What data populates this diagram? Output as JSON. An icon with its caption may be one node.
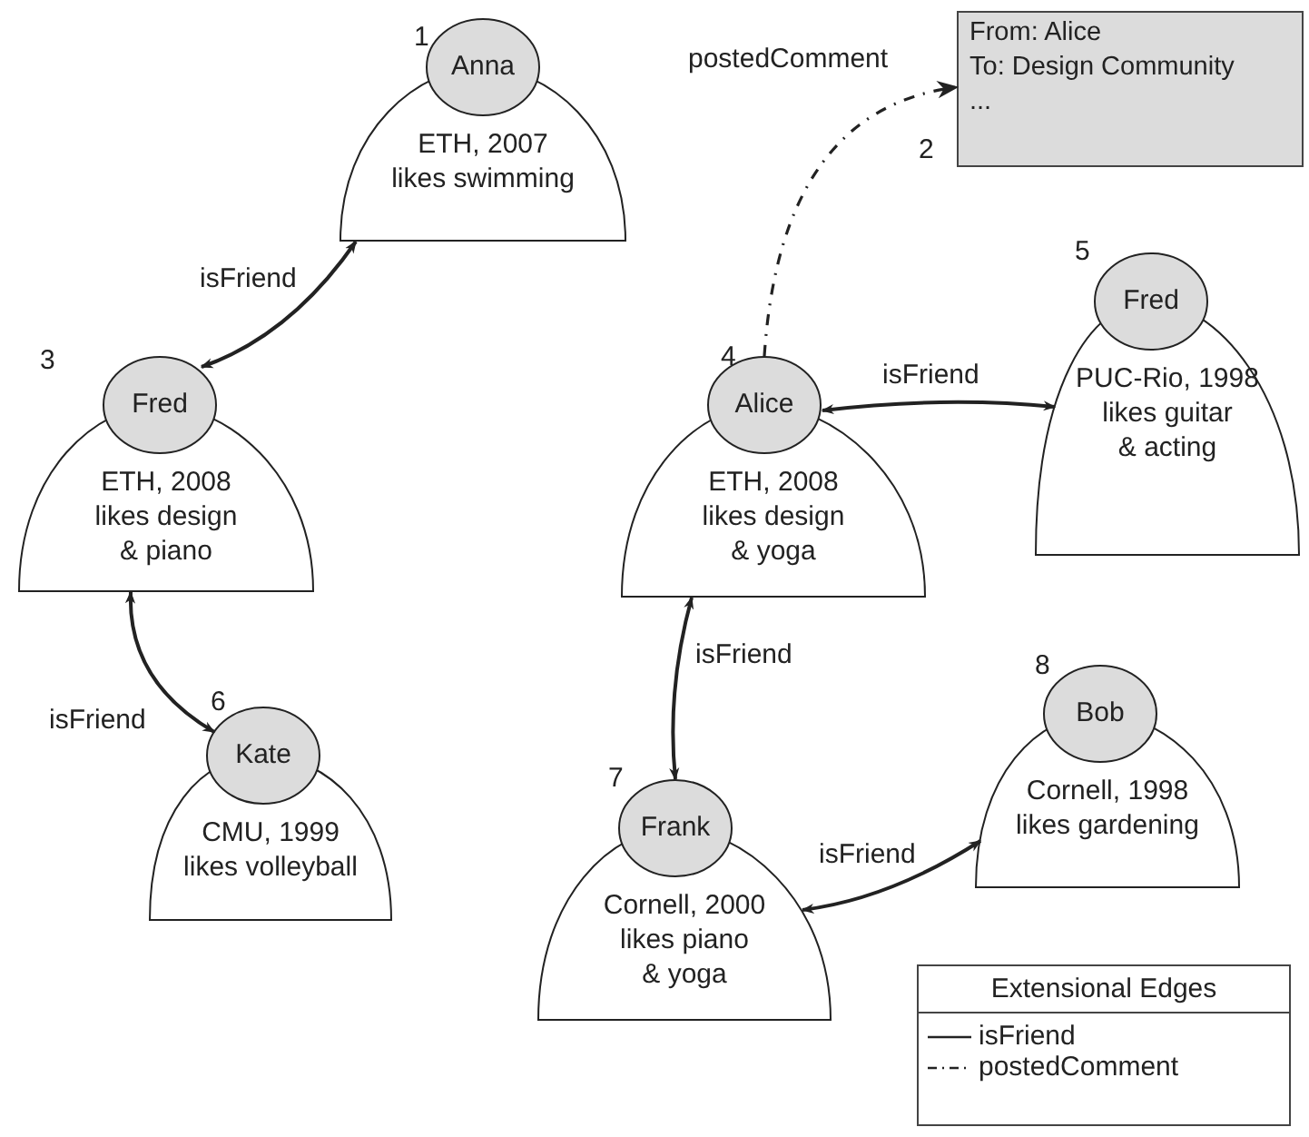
{
  "diagram": {
    "nodes": [
      {
        "text": [
          "Anna",
          "ETH, 2007 likes swimming"
        ],
        "beside": [
          "1"
        ]
      },
      {
        "text": [
          "From: Alice",
          "To: Design Community",
          "..."
        ],
        "beside": [
          "2"
        ]
      },
      {
        "text": [
          "Fred",
          "ETH, 2008 likes design & piano"
        ],
        "beside": [
          "3"
        ]
      },
      {
        "text": [
          "Alice",
          "ETH, 2008 likes design & yoga"
        ],
        "beside": [
          "4"
        ]
      },
      {
        "text": [
          "Fred",
          "PUC-Rio, 1998 likes guitar & acting"
        ],
        "beside": [
          "5"
        ]
      },
      {
        "text": [
          "Kate",
          "CMU, 1999 likes volleyball"
        ],
        "beside": [
          "6"
        ]
      },
      {
        "text": [
          "Frank",
          "Cornell, 2000 likes piano & yoga"
        ],
        "beside": [
          "7"
        ]
      },
      {
        "text": [
          "Bob",
          "Cornell, 1998 likes gardening"
        ],
        "beside": [
          "8"
        ]
      }
    ],
    "edges": [
      {
        "from": 2,
        "to": 0,
        "arrow": "both",
        "label": "isFriend"
      },
      {
        "from": 2,
        "to": 5,
        "arrow": "both",
        "label": "isFriend"
      },
      {
        "from": 3,
        "to": 4,
        "arrow": "both",
        "label": "isFriend"
      },
      {
        "from": 3,
        "to": 6,
        "arrow": "both",
        "label": "isFriend"
      },
      {
        "from": 6,
        "to": 7,
        "arrow": "both",
        "label": "isFriend"
      },
      {
        "from": 3,
        "to": 1,
        "arrow": "to",
        "label": "postedComment",
        "style": "dashed"
      }
    ],
    "labels": [
      "Extensional Edges"
    ],
    "legend": [
      {
        "text": "isFriend"
      },
      {
        "text": "postedComment"
      }
    ]
  }
}
